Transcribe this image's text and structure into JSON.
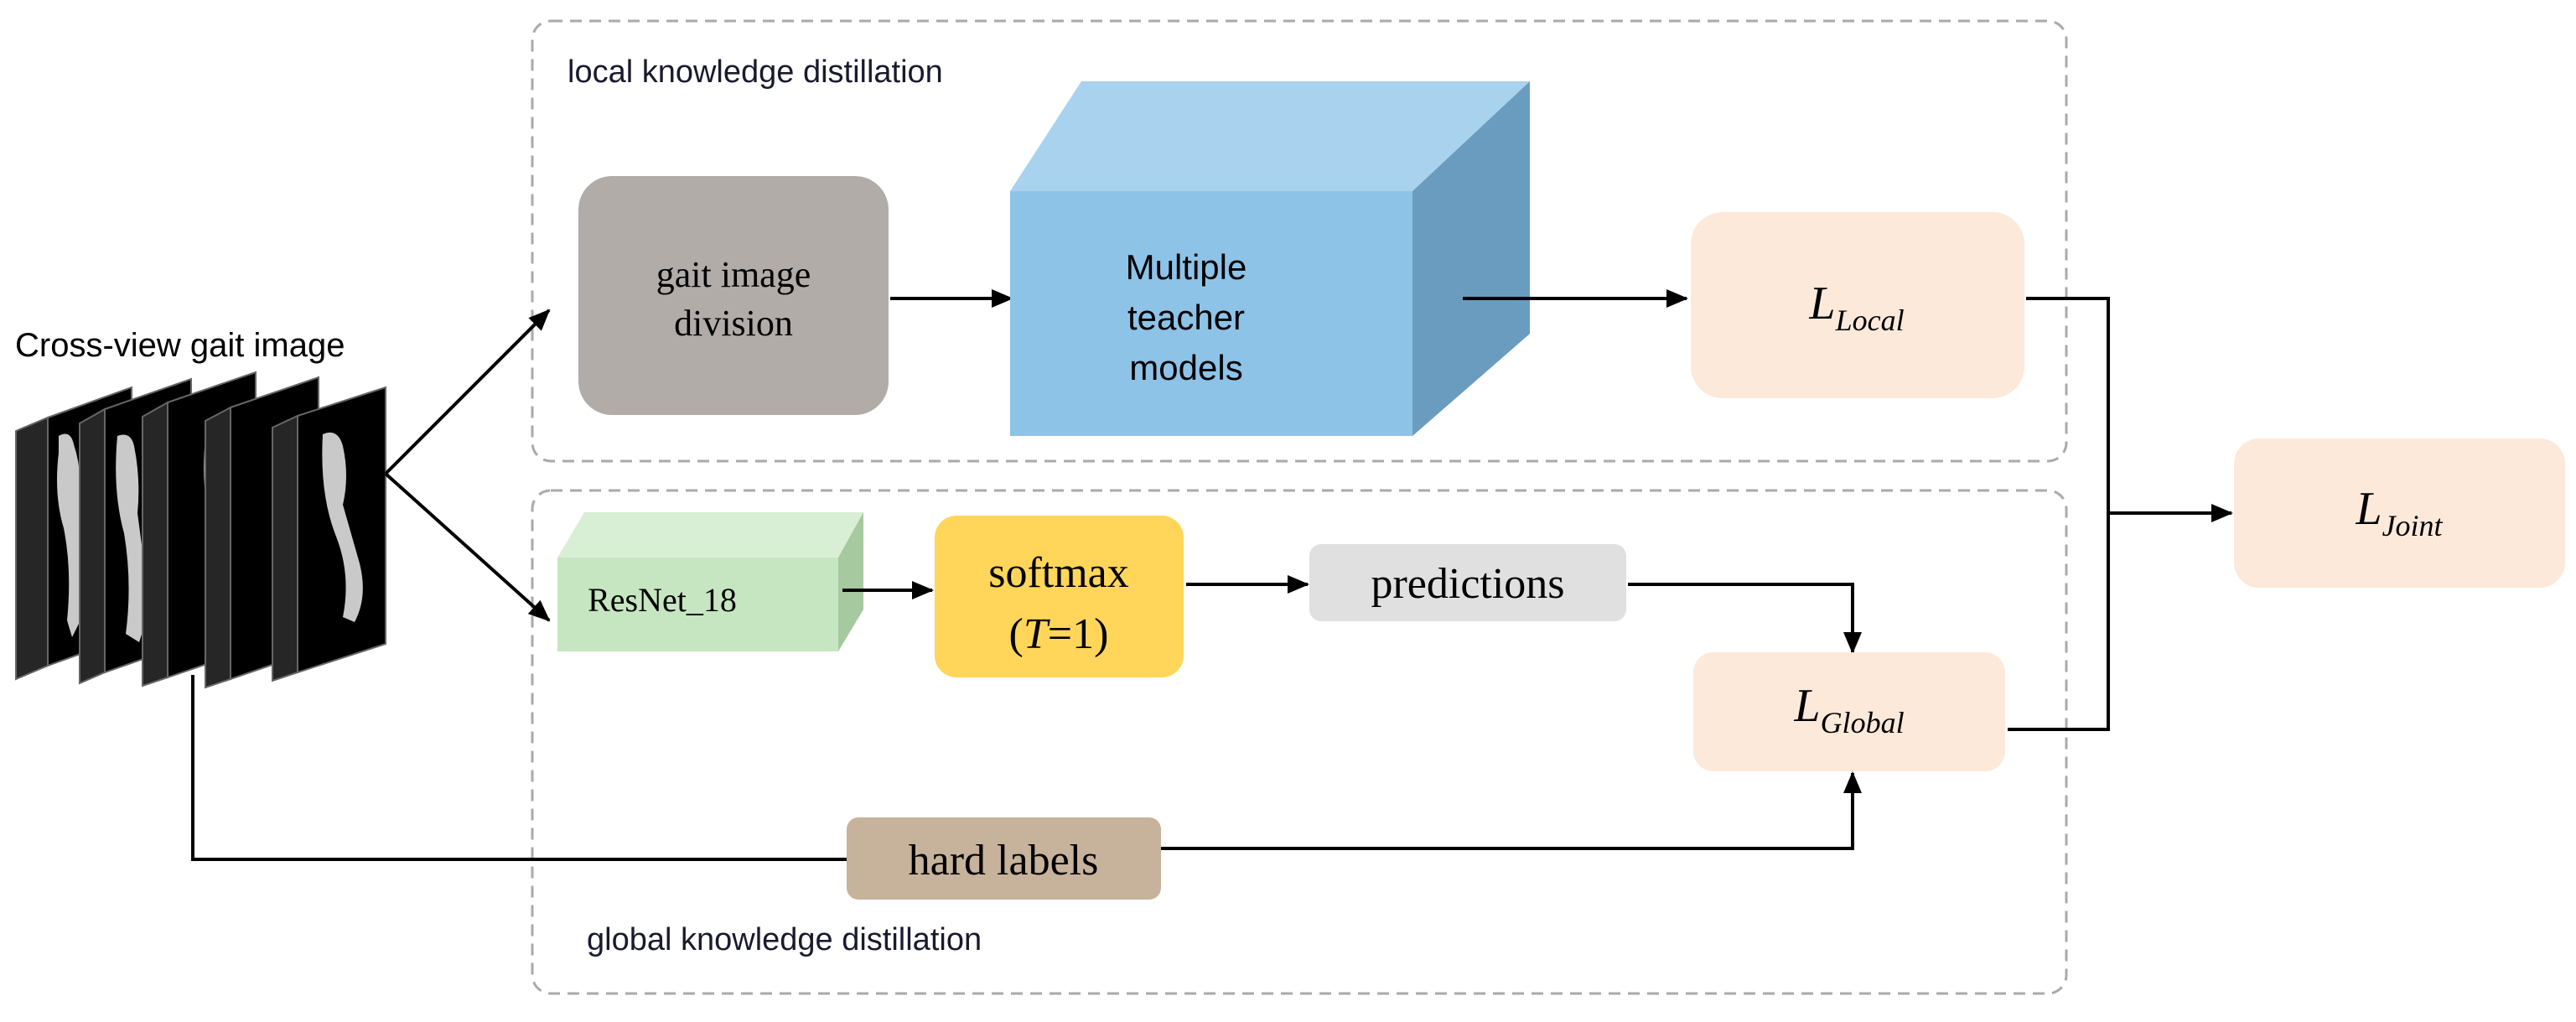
{
  "input": {
    "caption": "Cross-view gait image"
  },
  "local_branch": {
    "title": "local knowledge distillation",
    "division_line1": "gait image",
    "division_line2": "division",
    "teacher_line1": "Multiple",
    "teacher_line2": "teacher",
    "teacher_line3": "models"
  },
  "global_branch": {
    "title": "global knowledge distillation",
    "resnet": "ResNet_18",
    "softmax_line1": "softmax",
    "softmax_open": "(",
    "softmax_T": "T",
    "softmax_eq": "=1)",
    "predictions": "predictions",
    "hard_labels": "hard labels"
  },
  "losses": {
    "local_L": "L",
    "local_sub": "Local",
    "global_L": "L",
    "global_sub": "Global",
    "joint_L": "L",
    "joint_sub": "Joint"
  },
  "colors": {
    "division_box": "#b2aca9",
    "teacher_front": "#8ec3e8",
    "teacher_top": "#a9d2ee",
    "teacher_side": "#6a9cbf",
    "resnet_front": "#c6e6c1",
    "resnet_top": "#d9efd5",
    "resnet_side": "#a6c99f",
    "softmax_box": "#ffd659",
    "predictions_box": "#e0e0e0",
    "hard_labels_box": "#c7b29b",
    "loss_box": "#fce9da",
    "dashed_border": "#aaaaaa"
  }
}
